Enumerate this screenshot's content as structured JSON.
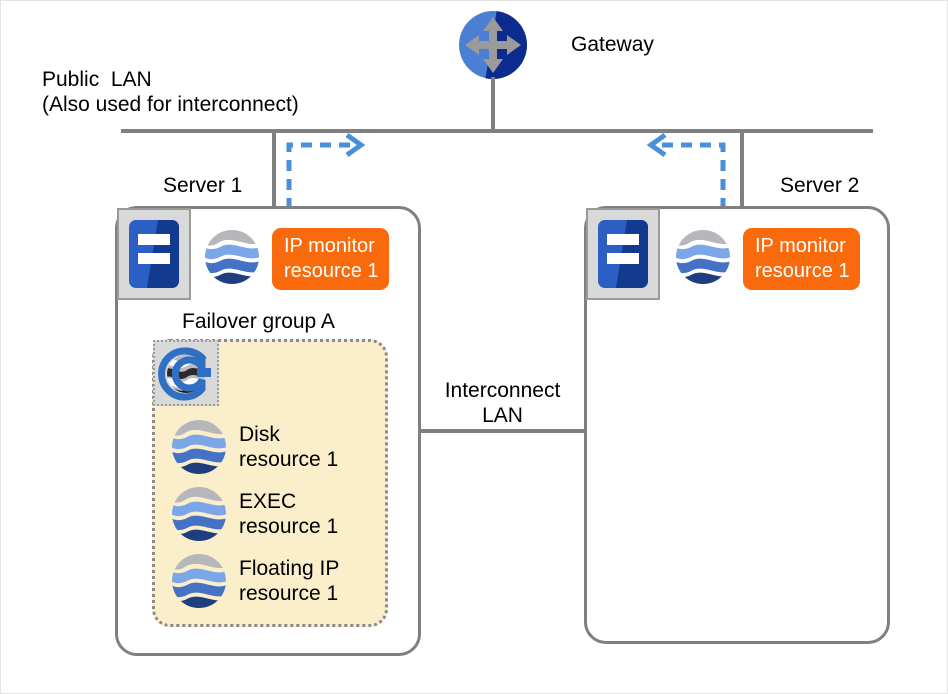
{
  "diagram": {
    "gateway": {
      "label": "Gateway",
      "icon": "router-icon"
    },
    "public_lan": {
      "line1": "Public  LAN",
      "line2": "(Also used for interconnect)"
    },
    "interconnect_lan": {
      "line1": "Interconnect",
      "line2": "LAN"
    },
    "servers": [
      {
        "title": "Server 1",
        "server_icon": "server-icon",
        "monitor_icon": "globe-icon",
        "monitor_badge": "IP monitor\nresource 1",
        "failover_group": {
          "title": "Failover group A",
          "group_icon": "failover-group-icon",
          "resources": [
            {
              "icon": "globe-icon",
              "label": "Disk\nresource 1"
            },
            {
              "icon": "globe-icon",
              "label": "EXEC\nresource 1"
            },
            {
              "icon": "globe-icon",
              "label": "Floating IP\nresource 1"
            }
          ]
        }
      },
      {
        "title": "Server 2",
        "server_icon": "server-icon",
        "monitor_icon": "globe-icon",
        "monitor_badge": "IP monitor\nresource 1",
        "failover_group": null
      }
    ],
    "arrows": [
      {
        "name": "server1-up-right-arrow",
        "direction": "right"
      },
      {
        "name": "server2-up-left-arrow",
        "direction": "left"
      }
    ],
    "colors": {
      "badge_orange": "#f86a0b",
      "line_gray": "#808080",
      "group_cream": "#fbeecb",
      "arrow_blue": "#4a90d9",
      "globe_gray": "#b5b7ba",
      "globe_light_blue": "#7ba7e8",
      "globe_blue": "#4472c4",
      "globe_navy": "#1f3e7e",
      "router_light": "#4a7fd4",
      "router_dark": "#0d2b8c"
    }
  }
}
